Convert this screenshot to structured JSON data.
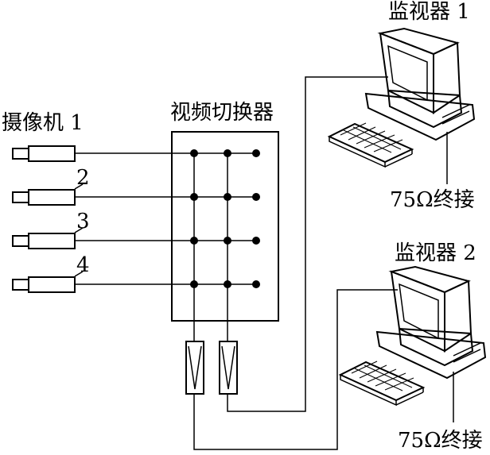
{
  "labels": {
    "camera_1": "摄像机 1",
    "camera_2": "2",
    "camera_3": "3",
    "camera_4": "4",
    "switcher": "视频切换器",
    "monitor_1": "监视器 1",
    "monitor_2": "监视器 2",
    "termination_1": "75Ω终接",
    "termination_2": "75Ω终接"
  },
  "icons": {
    "camera": "video-camera-icon",
    "monitor": "crt-monitor-icon",
    "keyboard": "keyboard-icon",
    "distributor": "video-distributor-icon"
  },
  "colors": {
    "line": "#000000",
    "background": "#ffffff"
  }
}
